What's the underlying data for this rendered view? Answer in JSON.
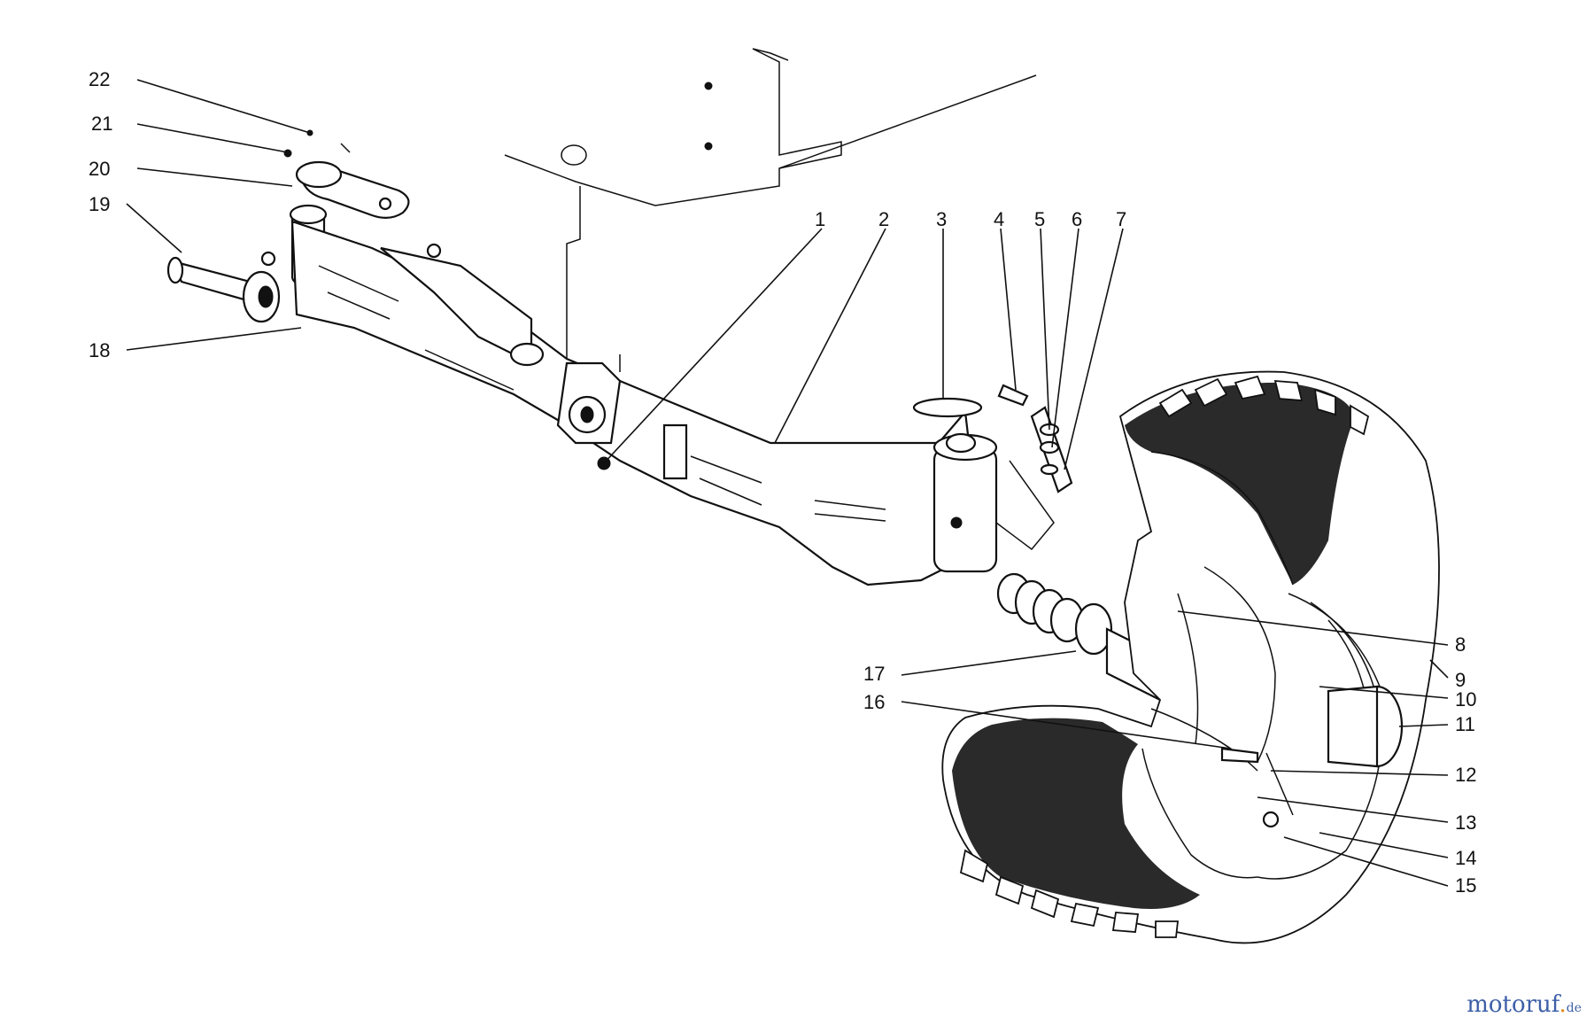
{
  "callouts": [
    {
      "id": "c1",
      "label": "1"
    },
    {
      "id": "c2",
      "label": "2"
    },
    {
      "id": "c3",
      "label": "3"
    },
    {
      "id": "c4",
      "label": "4"
    },
    {
      "id": "c5",
      "label": "5"
    },
    {
      "id": "c6",
      "label": "6"
    },
    {
      "id": "c7",
      "label": "7"
    },
    {
      "id": "c8",
      "label": "8"
    },
    {
      "id": "c9",
      "label": "9"
    },
    {
      "id": "c10",
      "label": "10"
    },
    {
      "id": "c11",
      "label": "11"
    },
    {
      "id": "c12",
      "label": "12"
    },
    {
      "id": "c13",
      "label": "13"
    },
    {
      "id": "c14",
      "label": "14"
    },
    {
      "id": "c15",
      "label": "15"
    },
    {
      "id": "c16",
      "label": "16"
    },
    {
      "id": "c17",
      "label": "17"
    },
    {
      "id": "c18",
      "label": "18"
    },
    {
      "id": "c19",
      "label": "19"
    },
    {
      "id": "c20",
      "label": "20"
    },
    {
      "id": "c21",
      "label": "21"
    },
    {
      "id": "c22",
      "label": "22"
    }
  ],
  "watermark": {
    "main": "motoruf",
    "dot": ".",
    "tld": "de"
  },
  "colors": {
    "ink": "#111111",
    "watermark_blue": "#3d5fa8",
    "watermark_orange": "#e08a1a"
  }
}
